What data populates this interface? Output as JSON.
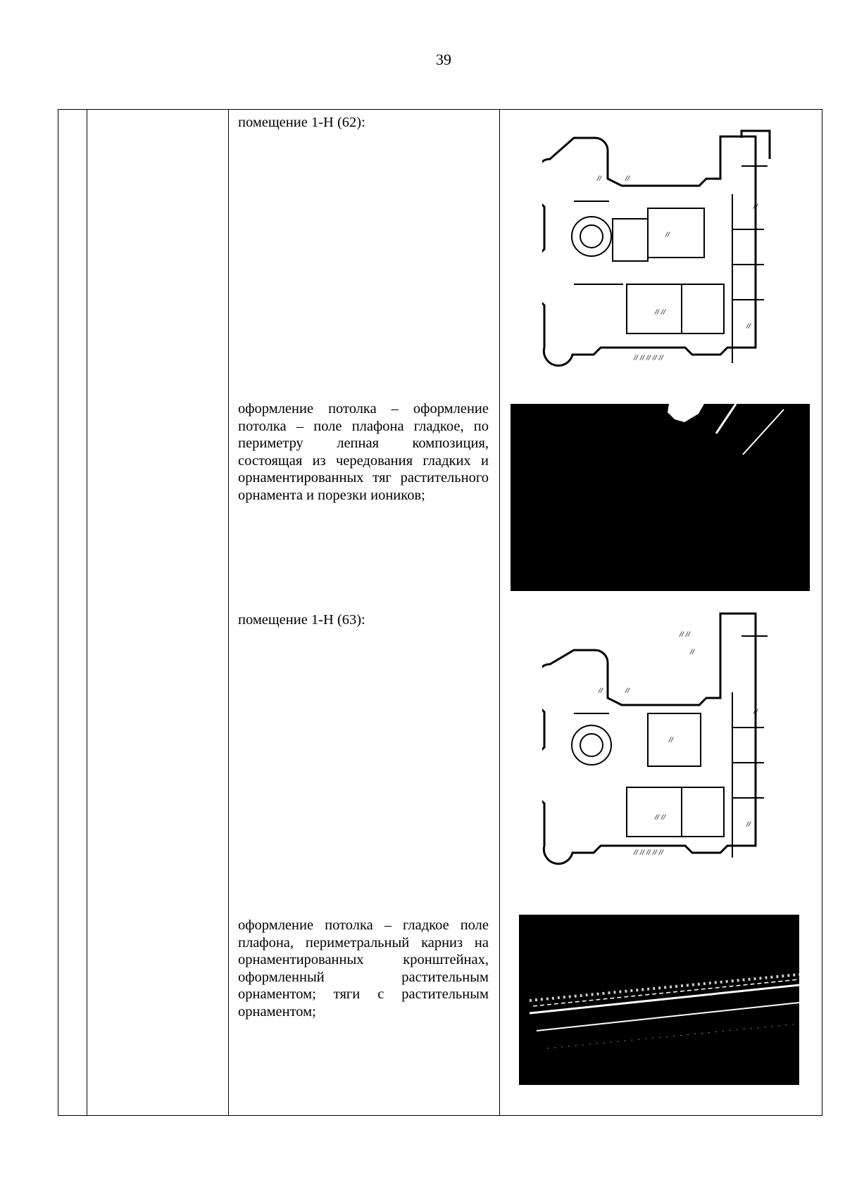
{
  "page": {
    "number": "39"
  },
  "rows": [
    {
      "text": "помещение 1-Н (62):"
    },
    {
      "text": "оформление потолка – оформление потолка – поле плафона гладкое, по периметру лепная композиция, состоящая из чередования гладких и орнаментированных тяг растительного орнамента и порезки иоников;"
    },
    {
      "text": "помещение 1-Н (63):"
    },
    {
      "text": "оформление потолка – гладкое поле плафона, периметральный карниз на орнаментированных кронштейнах, оформленный растительным орнаментом; тяги с растительным орнаментом;"
    }
  ],
  "figures": {
    "plan_1": "floor-plan",
    "photo_1": "ceiling-photo",
    "plan_2": "floor-plan",
    "photo_2": "cornice-photo"
  }
}
